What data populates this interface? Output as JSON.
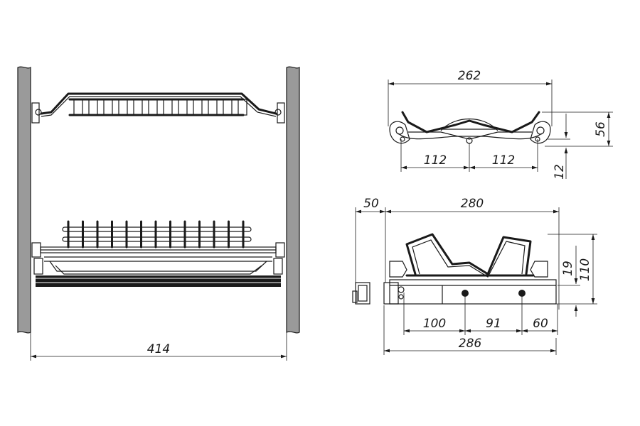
{
  "colors": {
    "line": "#1a1a1a",
    "wall": "#9a9a9a",
    "background": "#ffffff"
  },
  "dimensions": {
    "front_width": "414",
    "top_width": "262",
    "top_left_span": "112",
    "top_right_span": "112",
    "top_height": "56",
    "top_offset": "12",
    "side_offset": "50",
    "side_depth": "280",
    "side_span_a": "100",
    "side_span_b": "91",
    "side_span_c": "60",
    "side_total": "286",
    "side_height_small": "19",
    "side_height": "110"
  }
}
